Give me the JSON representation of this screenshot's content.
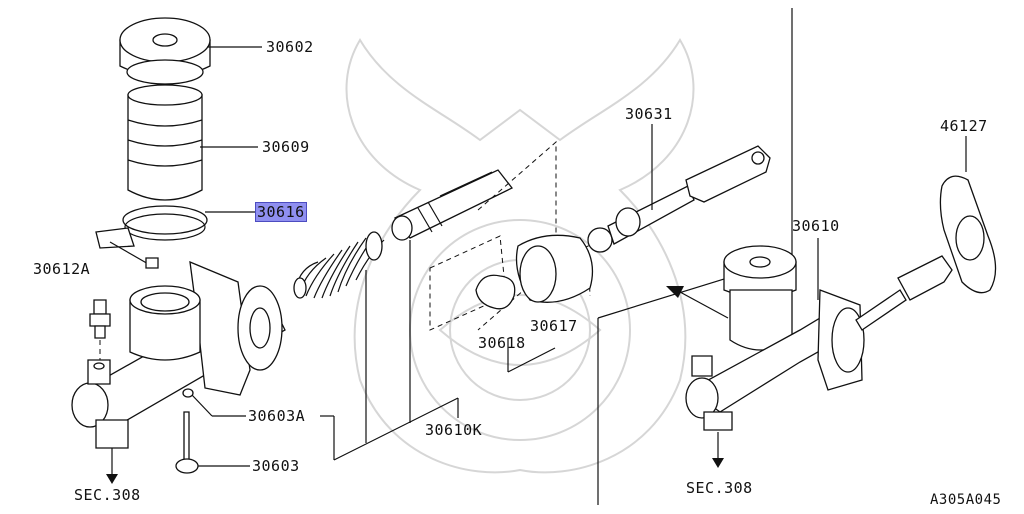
{
  "diagram": {
    "callouts": {
      "p30602": "30602",
      "p30609": "30609",
      "p30616": "30616",
      "p30612a": "30612A",
      "p30603a": "30603A",
      "p30603": "30603",
      "p30610k": "30610K",
      "p30618": "30618",
      "p30617": "30617",
      "p30631": "30631",
      "p46127": "46127",
      "p30610": "30610"
    },
    "section_refs": {
      "left": "SEC.308",
      "right": "SEC.308"
    },
    "drawing_code": "A305A045",
    "highlight_color": "#8f8ff0"
  }
}
